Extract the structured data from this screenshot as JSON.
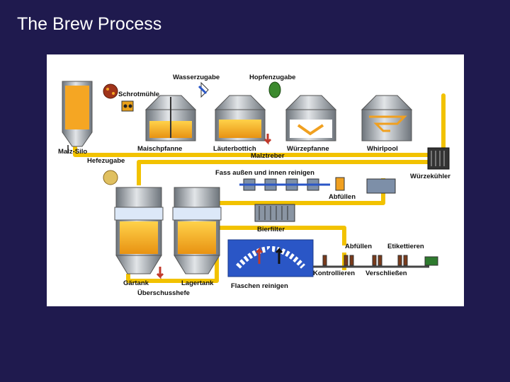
{
  "slide": {
    "title": "The Brew Process"
  },
  "diagram": {
    "labels": {
      "wasserzugabe": "Wasserzugabe",
      "hopfenzugabe": "Hopfenzugabe",
      "schrotmuhle": "Schrotmühle",
      "malz_silo": "Malz-Silo",
      "hefezugabe": "Hefezugabe",
      "maischpfanne": "Maischpfanne",
      "lauterbottich": "Läuterbottich",
      "malztreber": "Malztreber",
      "wurzepfanne": "Würzepfanne",
      "whirlpool": "Whirlpool",
      "wurzekuhler": "Würzekühler",
      "fass_reinigen": "Fass außen und innen reinigen",
      "abfullen_fass": "Abfüllen",
      "bierfilter": "Bierfilter",
      "abfullen_flasche": "Abfüllen",
      "etikettieren": "Etikettieren",
      "kontrollieren": "Kontrollieren",
      "verschliessen": "Verschließen",
      "flaschen_reinigen": "Flaschen reinigen",
      "gartank": "Gärtank",
      "lagertank": "Lagertank",
      "uberschusshefe": "Überschusshefe"
    },
    "colors": {
      "pipe": "#f2c200",
      "steel": "#9aa1a8",
      "wort": "#f0a020",
      "blue": "#2a56c6",
      "background": "#1f1a4e"
    }
  }
}
